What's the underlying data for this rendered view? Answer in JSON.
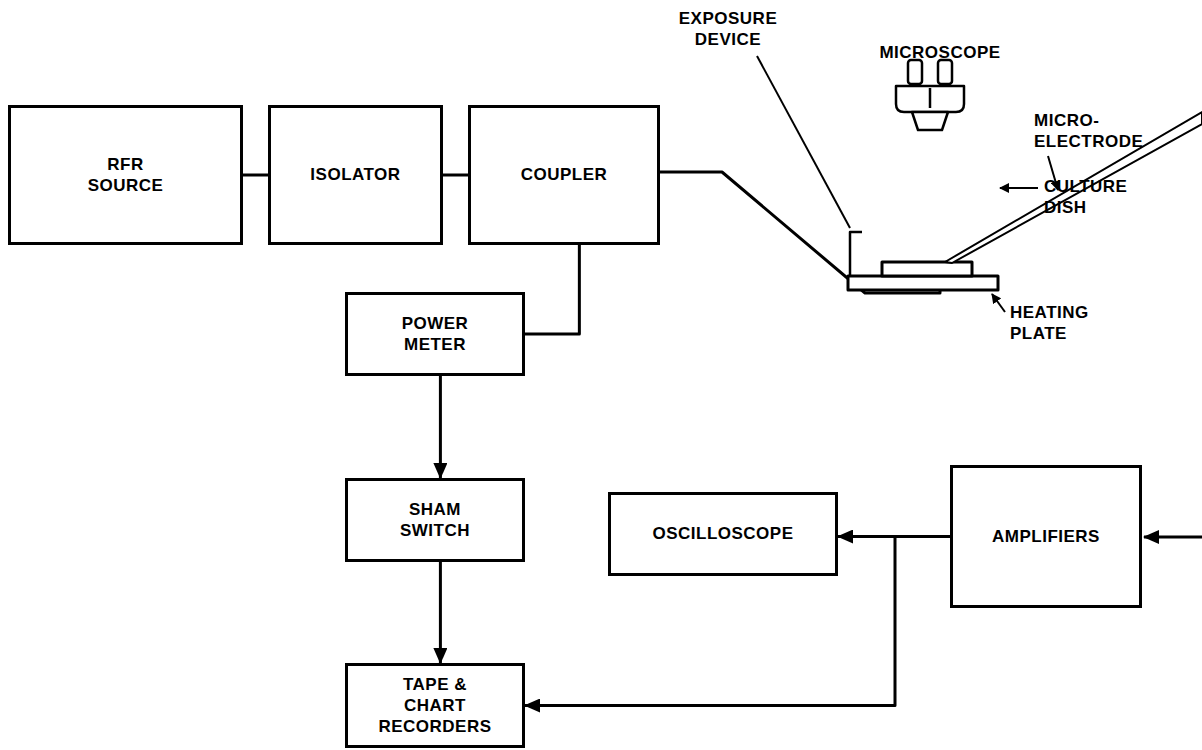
{
  "diagram": {
    "nodes": [
      {
        "text": [
          "RFR SOURCE"
        ]
      },
      {
        "text": [
          "ISOLATOR"
        ]
      },
      {
        "text": [
          "COUPLER"
        ]
      },
      {
        "text": [
          "POWER METER"
        ]
      },
      {
        "text": [
          "SHAM SWITCH"
        ]
      },
      {
        "text": [
          "TAPE & CHART RECORDERS"
        ]
      },
      {
        "text": [
          "OSCILLOSCOPE"
        ]
      },
      {
        "text": [
          "AMPLIFIERS"
        ]
      }
    ],
    "edges": [
      {
        "from": 0,
        "to": 1,
        "arrow": "none"
      },
      {
        "from": 1,
        "to": 2,
        "arrow": "none"
      },
      {
        "from": 2,
        "to": 3,
        "arrow": "none"
      },
      {
        "from": 3,
        "to": 4,
        "arrow": "to"
      },
      {
        "from": 4,
        "to": 5,
        "arrow": "to"
      },
      {
        "from": 7,
        "to": 6,
        "arrow": "to"
      },
      {
        "from": 7,
        "to": 5,
        "arrow": "to"
      }
    ],
    "labels": [
      "EXPOSURE DEVICE",
      "MICROSCOPE",
      "MICRO- ELECTRODE",
      "CULTURE DISH",
      "HEATING PLATE"
    ]
  }
}
